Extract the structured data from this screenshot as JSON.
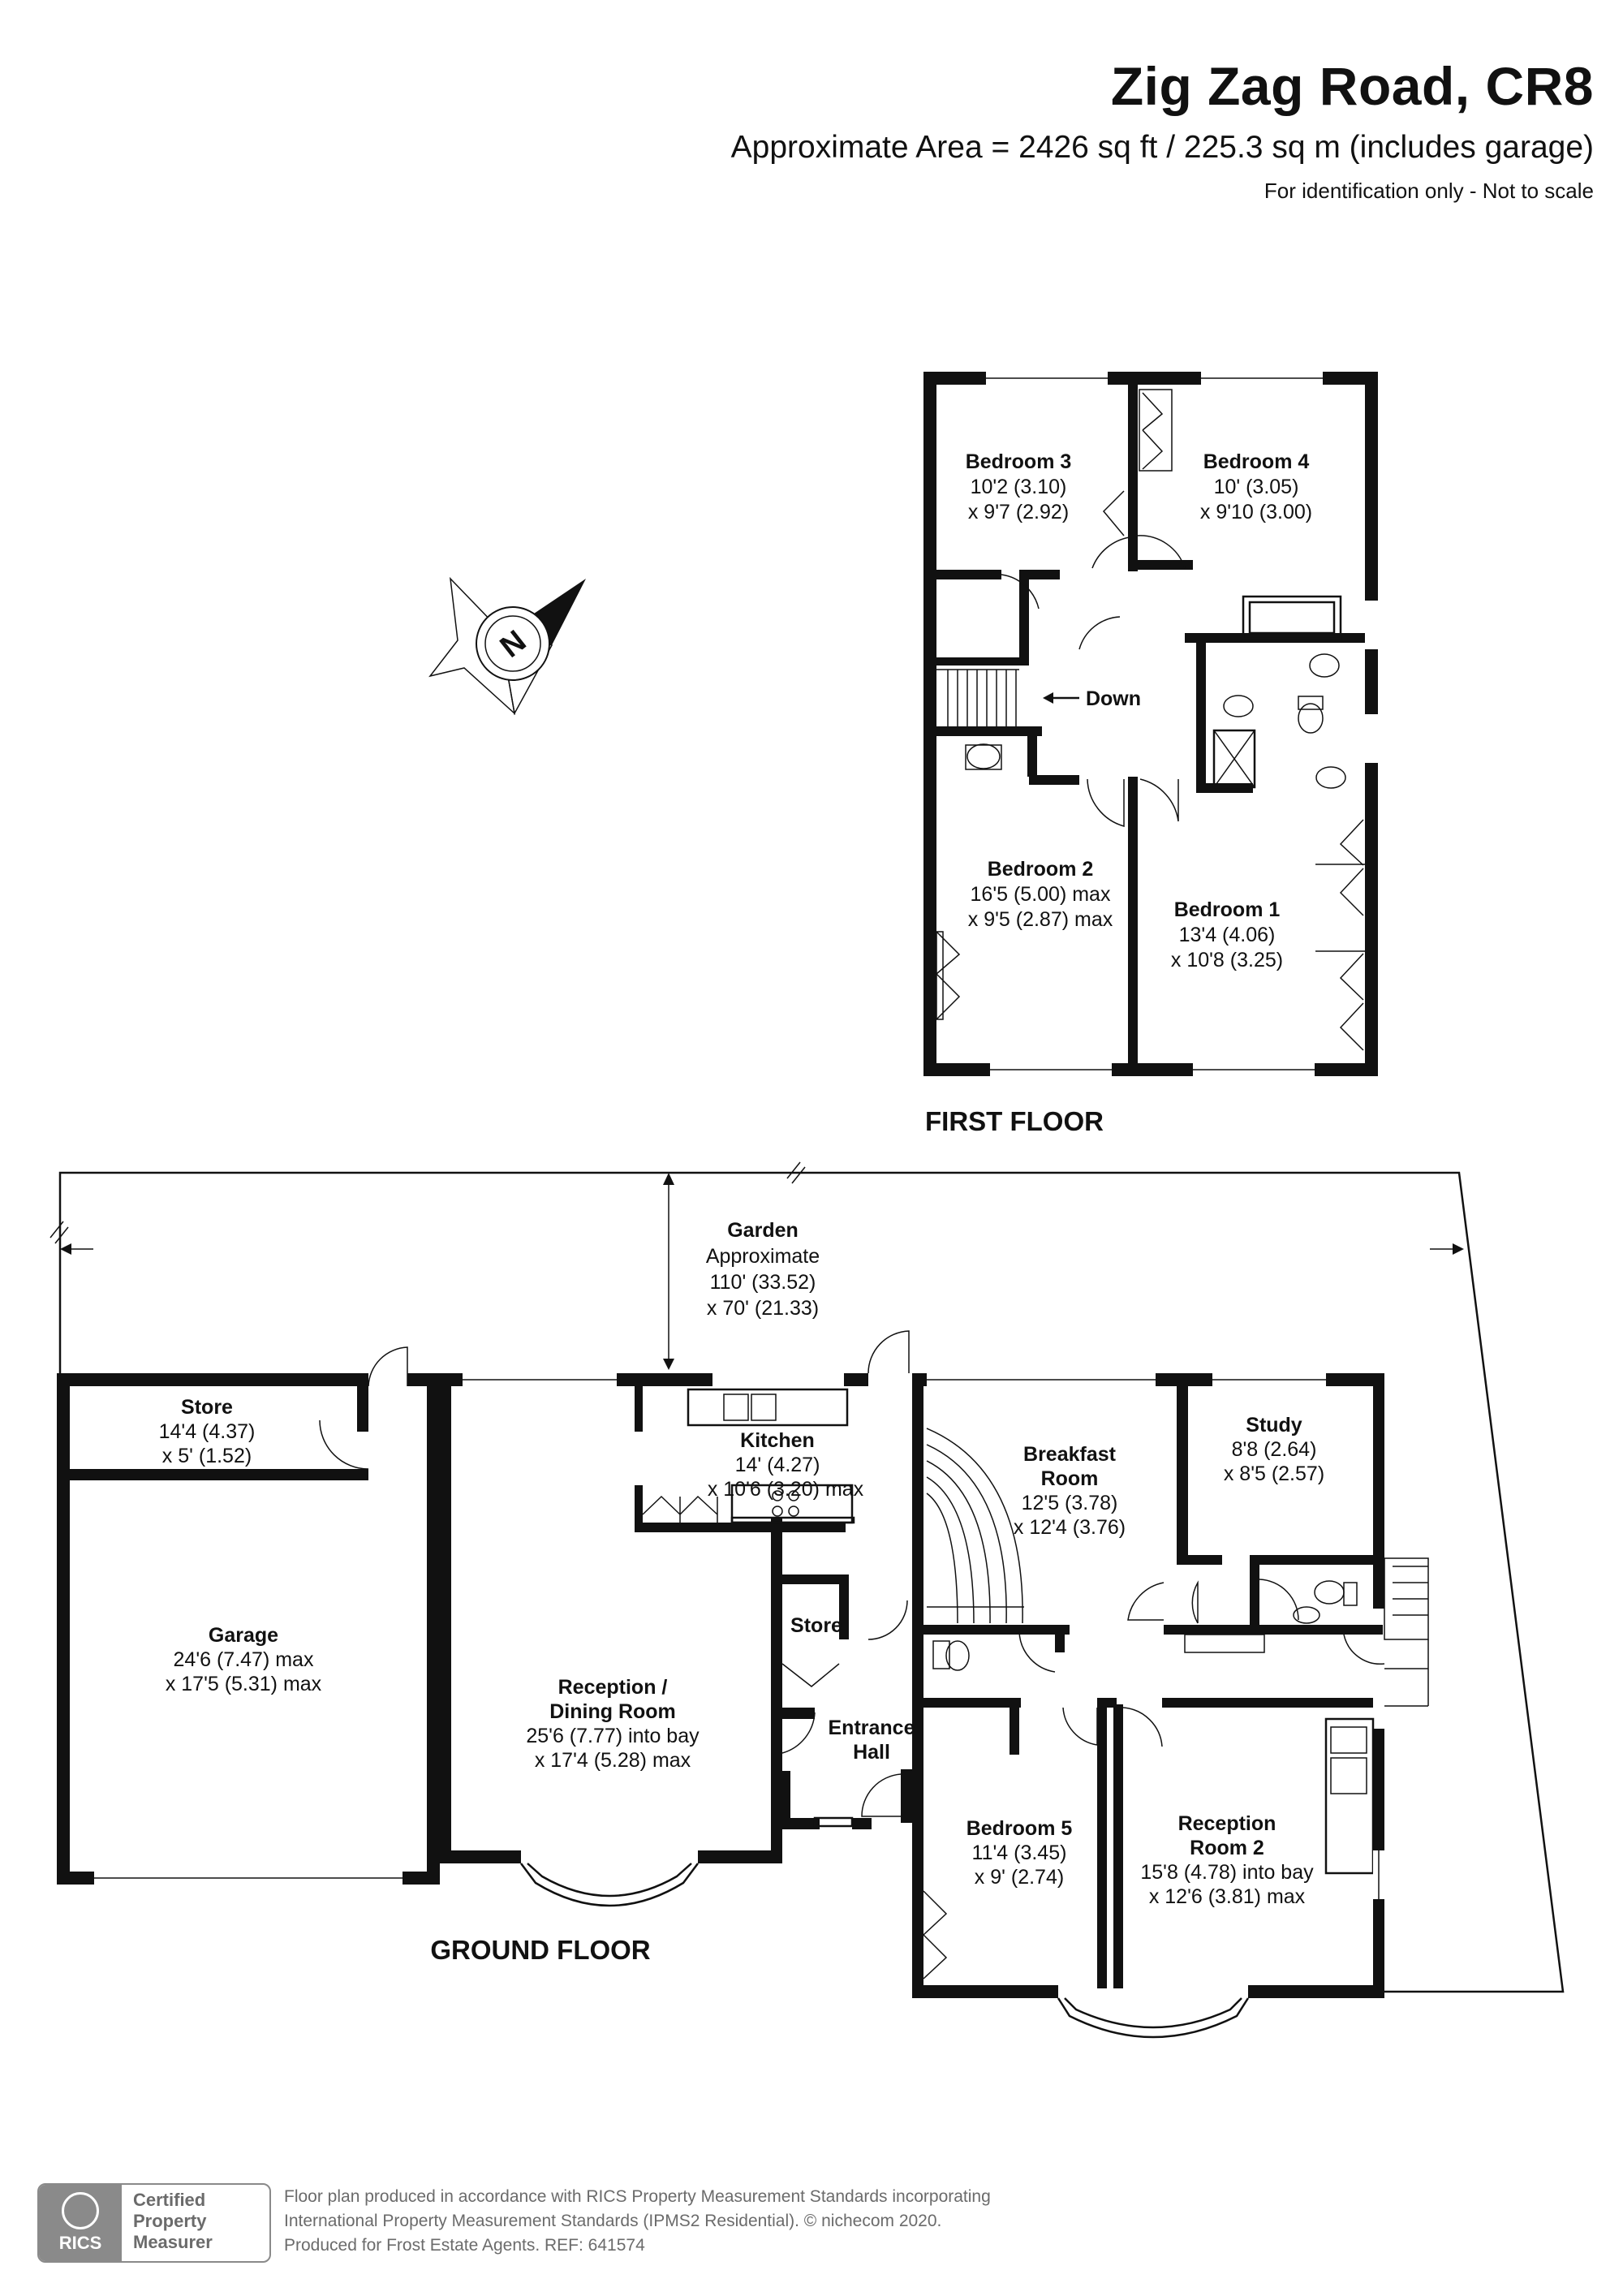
{
  "header": {
    "title": "Zig Zag Road, CR8",
    "area": "Approximate Area = 2426 sq ft / 225.3 sq m (includes garage)",
    "note": "For identification only - Not to scale"
  },
  "first_floor": {
    "label": "FIRST FLOOR",
    "down_label": "Down",
    "rooms": [
      {
        "name": "Bedroom 3",
        "dims": [
          "10'2 (3.10)",
          "x 9'7 (2.92)"
        ]
      },
      {
        "name": "Bedroom 4",
        "dims": [
          "10' (3.05)",
          "x 9'10 (3.00)"
        ]
      },
      {
        "name": "Bedroom 2",
        "dims": [
          "16'5 (5.00) max",
          "x 9'5 (2.87) max"
        ]
      },
      {
        "name": "Bedroom 1",
        "dims": [
          "13'4 (4.06)",
          "x 10'8 (3.25)"
        ]
      }
    ]
  },
  "ground_floor": {
    "label": "GROUND FLOOR",
    "garden": {
      "name": "Garden",
      "dims": [
        "Approximate",
        "110' (33.52)",
        "x 70' (21.33)"
      ]
    },
    "rooms": [
      {
        "name": "Store",
        "dims": [
          "14'4 (4.37)",
          "x 5' (1.52)"
        ]
      },
      {
        "name": "Garage",
        "dims": [
          "24'6 (7.47) max",
          "x 17'5 (5.31) max"
        ]
      },
      {
        "name": "Kitchen",
        "dims": [
          "14' (4.27)",
          "x 10'6 (3.20) max"
        ]
      },
      {
        "name_lines": [
          "Reception /",
          "Dining Room"
        ],
        "dims": [
          "25'6 (7.77) into bay",
          "x 17'4 (5.28) max"
        ]
      },
      {
        "name": "Store",
        "dims": []
      },
      {
        "name_lines": [
          "Entrance",
          "Hall"
        ],
        "dims": []
      },
      {
        "name_lines": [
          "Breakfast",
          "Room"
        ],
        "dims": [
          "12'5 (3.78)",
          "x 12'4 (3.76)"
        ]
      },
      {
        "name": "Study",
        "dims": [
          "8'8 (2.64)",
          "x 8'5 (2.57)"
        ]
      },
      {
        "name": "Bedroom 5",
        "dims": [
          "11'4 (3.45)",
          "x 9' (2.74)"
        ]
      },
      {
        "name_lines": [
          "Reception",
          "Room 2"
        ],
        "dims": [
          "15'8 (4.78) into bay",
          "x 12'6 (3.81) max"
        ]
      }
    ]
  },
  "footer": {
    "badge_org": "RICS",
    "badge_lines": [
      "Certified",
      "Property",
      "Measurer"
    ],
    "lines": [
      "Floor plan produced in accordance with RICS Property Measurement Standards incorporating",
      "International Property Measurement Standards (IPMS2 Residential).   © nichecom 2020.",
      "Produced for Frost Estate Agents.   REF:  641574"
    ]
  },
  "compass": {
    "letter": "N"
  }
}
